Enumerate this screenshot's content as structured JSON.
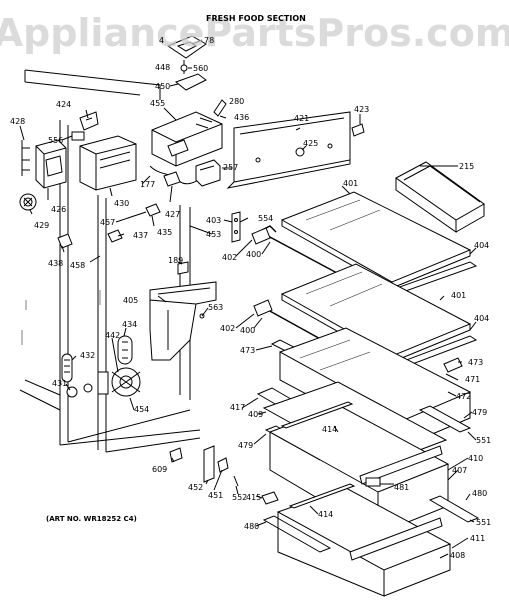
{
  "header": {
    "watermark": "AppliancePartsPros.com",
    "section_title": "FRESH FOOD SECTION"
  },
  "footer": {
    "art_number": "(ART NO. WR18252 C4)"
  },
  "part_labels": {
    "p4": "4",
    "p78": "78",
    "p448": "448",
    "p560": "560",
    "p450": "450",
    "p280": "280",
    "p455": "455",
    "p436": "436",
    "p424": "424",
    "p428": "428",
    "p556": "556",
    "p421": "421",
    "p423": "423",
    "p425": "425",
    "p257": "257",
    "p215": "215",
    "p177": "177",
    "p426": "426",
    "p430": "430",
    "p429": "429",
    "p427": "427",
    "p401a": "401",
    "p554": "554",
    "p403": "403",
    "p457": "457",
    "p435": "435",
    "p437": "437",
    "p453": "453",
    "p404a": "404",
    "p402a": "402",
    "p400a": "400",
    "p438": "438",
    "p458": "458",
    "p189": "189",
    "p405": "405",
    "p563": "563",
    "p401b": "401",
    "p404b": "404",
    "p434": "434",
    "p402b": "402",
    "p400b": "400",
    "p473a": "473",
    "p432": "432",
    "p442": "442",
    "p473b": "473",
    "p471": "471",
    "p431": "431",
    "p472": "472",
    "p417": "417",
    "p409": "409",
    "p454": "454",
    "p479a": "479",
    "p414a": "414",
    "p479b": "479",
    "p551a": "551",
    "p410": "410",
    "p407": "407",
    "p609": "609",
    "p481": "481",
    "p452": "452",
    "p451": "451",
    "p552": "552",
    "p415": "415",
    "p480a": "480",
    "p414b": "414",
    "p480b": "480",
    "p551b": "551",
    "p411": "411",
    "p408": "408"
  }
}
